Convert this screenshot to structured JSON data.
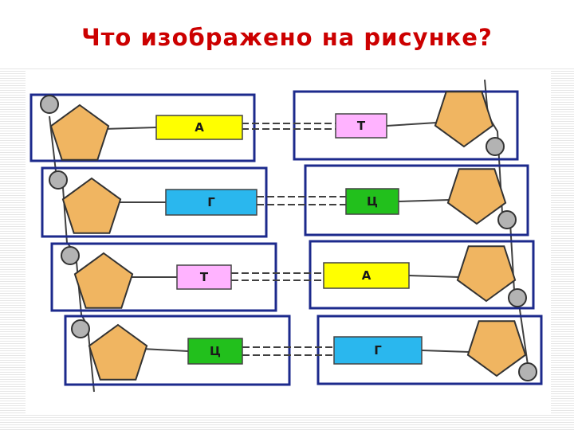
{
  "slide": {
    "title": "Что изображено на рисунке?"
  },
  "colors": {
    "title": "#cc0000",
    "frame": "#1c2a8c",
    "sugar": "#f0b561",
    "phosphate": "#b3b3b3",
    "base_A": "#ffff00",
    "base_T": "#ffb3ff",
    "base_G": "#2ab7ee",
    "base_C": "#22c01c"
  },
  "diagram": {
    "pairs": [
      {
        "left": "А",
        "right": "Т"
      },
      {
        "left": "Г",
        "right": "Ц"
      },
      {
        "left": "Т",
        "right": "А"
      },
      {
        "left": "Ц",
        "right": "Г"
      }
    ]
  }
}
